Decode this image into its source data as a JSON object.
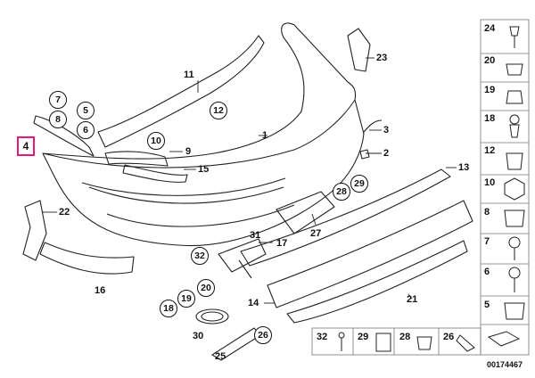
{
  "selected_part": "4",
  "callouts_plain": [
    {
      "n": "11"
    },
    {
      "n": "1"
    },
    {
      "n": "3"
    },
    {
      "n": "2"
    },
    {
      "n": "9"
    },
    {
      "n": "15"
    },
    {
      "n": "13"
    },
    {
      "n": "23"
    },
    {
      "n": "22"
    },
    {
      "n": "16"
    },
    {
      "n": "31"
    },
    {
      "n": "17"
    },
    {
      "n": "27"
    },
    {
      "n": "14"
    },
    {
      "n": "21"
    },
    {
      "n": "25"
    },
    {
      "n": "30"
    }
  ],
  "callouts_circled": [
    {
      "n": "7"
    },
    {
      "n": "8"
    },
    {
      "n": "5"
    },
    {
      "n": "6"
    },
    {
      "n": "12"
    },
    {
      "n": "10"
    },
    {
      "n": "28"
    },
    {
      "n": "29"
    },
    {
      "n": "32"
    },
    {
      "n": "20"
    },
    {
      "n": "19"
    },
    {
      "n": "18"
    },
    {
      "n": "26"
    }
  ],
  "legend_right": [
    {
      "n": "24"
    },
    {
      "n": "20"
    },
    {
      "n": "19"
    },
    {
      "n": "18"
    },
    {
      "n": "12"
    },
    {
      "n": "10"
    },
    {
      "n": "8"
    },
    {
      "n": "7"
    },
    {
      "n": "6"
    },
    {
      "n": "5"
    }
  ],
  "legend_bottom": [
    {
      "n": "32"
    },
    {
      "n": "29"
    },
    {
      "n": "28"
    },
    {
      "n": "26"
    }
  ],
  "diagram_code": "00174467",
  "colors": {
    "highlight": "#e0197d",
    "ink": "#111111",
    "bg": "#ffffff"
  }
}
